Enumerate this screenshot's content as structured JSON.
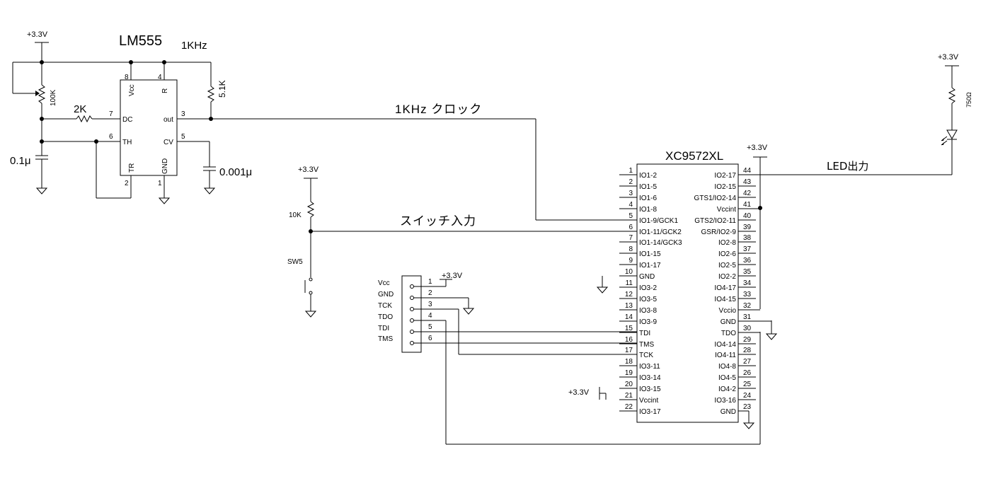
{
  "supply_label": "+3.3V",
  "timer": {
    "name": "LM555",
    "freq": "1KHz",
    "pins": [
      {
        "num": "8",
        "name": "Vcc"
      },
      {
        "num": "4",
        "name": "R"
      },
      {
        "num": "7",
        "name": "DC"
      },
      {
        "num": "3",
        "name": "out"
      },
      {
        "num": "6",
        "name": "TH"
      },
      {
        "num": "5",
        "name": "CV"
      },
      {
        "num": "2",
        "name": "TR"
      },
      {
        "num": "1",
        "name": "GND"
      }
    ]
  },
  "parts": {
    "pot": "100K",
    "r_dc": "2K",
    "r_out": "5.1K",
    "c_timing": "0.1μ",
    "c_cv": "0.001μ",
    "r_pullup": "10K",
    "switch": "SW5",
    "r_led": "750Ω"
  },
  "nets": {
    "clock": "1KHz クロック",
    "switch_in": "スイッチ入力",
    "led_out": "LED出力"
  },
  "jtag": {
    "labels": [
      "Vcc",
      "GND",
      "TCK",
      "TDO",
      "TDI",
      "TMS"
    ],
    "pins": [
      "1",
      "2",
      "3",
      "4",
      "5",
      "6"
    ]
  },
  "cpld": {
    "name": "XC9572XL",
    "left": [
      {
        "num": "1",
        "name": "IO1-2"
      },
      {
        "num": "2",
        "name": "IO1-5"
      },
      {
        "num": "3",
        "name": "IO1-6"
      },
      {
        "num": "4",
        "name": "IO1-8"
      },
      {
        "num": "5",
        "name": "IO1-9/GCK1"
      },
      {
        "num": "6",
        "name": "IO1-11/GCK2"
      },
      {
        "num": "7",
        "name": "IO1-14/GCK3"
      },
      {
        "num": "8",
        "name": "IO1-15"
      },
      {
        "num": "9",
        "name": "IO1-17"
      },
      {
        "num": "10",
        "name": "GND"
      },
      {
        "num": "11",
        "name": "IO3-2"
      },
      {
        "num": "12",
        "name": "IO3-5"
      },
      {
        "num": "13",
        "name": "IO3-8"
      },
      {
        "num": "14",
        "name": "IO3-9"
      },
      {
        "num": "15",
        "name": "TDI"
      },
      {
        "num": "16",
        "name": "TMS"
      },
      {
        "num": "17",
        "name": "TCK"
      },
      {
        "num": "18",
        "name": "IO3-11"
      },
      {
        "num": "19",
        "name": "IO3-14"
      },
      {
        "num": "20",
        "name": "IO3-15"
      },
      {
        "num": "21",
        "name": "Vccint"
      },
      {
        "num": "22",
        "name": "IO3-17"
      }
    ],
    "right": [
      {
        "num": "44",
        "name": "IO2-17"
      },
      {
        "num": "43",
        "name": "IO2-15"
      },
      {
        "num": "42",
        "name": "GTS1/IO2-14"
      },
      {
        "num": "41",
        "name": "Vccint"
      },
      {
        "num": "40",
        "name": "GTS2/IO2-11"
      },
      {
        "num": "39",
        "name": "GSR/IO2-9"
      },
      {
        "num": "38",
        "name": "IO2-8"
      },
      {
        "num": "37",
        "name": "IO2-6"
      },
      {
        "num": "36",
        "name": "IO2-5"
      },
      {
        "num": "35",
        "name": "IO2-2"
      },
      {
        "num": "34",
        "name": "IO4-17"
      },
      {
        "num": "33",
        "name": "IO4-15"
      },
      {
        "num": "32",
        "name": "Vccio"
      },
      {
        "num": "31",
        "name": "GND"
      },
      {
        "num": "30",
        "name": "TDO"
      },
      {
        "num": "29",
        "name": "IO4-14"
      },
      {
        "num": "28",
        "name": "IO4-11"
      },
      {
        "num": "27",
        "name": "IO4-8"
      },
      {
        "num": "26",
        "name": "IO4-5"
      },
      {
        "num": "25",
        "name": "IO4-2"
      },
      {
        "num": "24",
        "name": "IO3-16"
      },
      {
        "num": "23",
        "name": "GND"
      }
    ]
  }
}
